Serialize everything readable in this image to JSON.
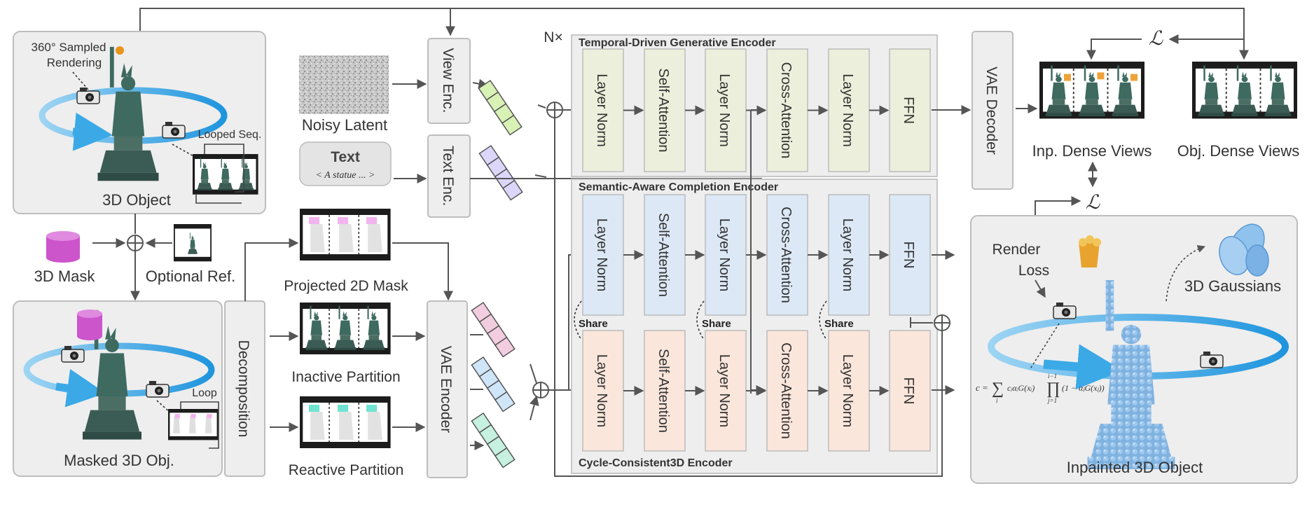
{
  "left": {
    "obj_box_caption": "3D Object",
    "sampled_label_1": "360° Sampled",
    "sampled_label_2": "Rendering",
    "looped_label": "Looped Seq.",
    "mask_label": "3D Mask",
    "ref_label": "Optional Ref.",
    "masked_caption": "Masked 3D Obj.",
    "loop_label": "Loop",
    "decomposition_label": "Decomposition"
  },
  "inputs": {
    "noisy_label": "Noisy Latent",
    "view_enc": "View Enc.",
    "text_title": "Text",
    "text_prompt": "< A statue ... >",
    "text_enc": "Text Enc.",
    "vae_encoder": "VAE Encoder"
  },
  "partitions": {
    "projected": "Projected 2D Mask",
    "inactive": "Inactive Partition",
    "reactive": "Reactive Partition"
  },
  "encoders": {
    "n_times": "N×",
    "temporal_title": "Temporal-Driven Generative Encoder",
    "semantic_title": "Semantic-Aware Completion Encoder",
    "cycle_title": "Cycle-Consistent3D Encoder",
    "share": "Share",
    "blocks": [
      "Layer Norm",
      "Self-Attention",
      "Layer Norm",
      "Cross-Attention",
      "Layer Norm",
      "FFN"
    ]
  },
  "right": {
    "vae_decoder": "VAE Decoder",
    "inp_views": "Inp. Dense Views",
    "obj_views": "Obj. Dense Views",
    "loss_symbol": "ℒ",
    "render_loss_1": "Render",
    "render_loss_2": "Loss",
    "gaussians_label": "3D Gaussians",
    "inpainted_caption": "Inpainted 3D Object"
  },
  "colors": {
    "temporal_block": "#ecefdb",
    "semantic_block": "#dce8f5",
    "cycle_block": "#fbe6dc",
    "panel_bg": "#eeeeee",
    "orbit_blue": "#3ba9e6",
    "statue_green": "#3e6a60",
    "statue_blue": "#7fb2df",
    "mask_magenta": "#cc55cc",
    "token_green": "#d8f2b6",
    "token_purple": "#dcd6fb",
    "token_pink": "#f2cde0",
    "token_blue": "#cfe5f8",
    "token_teal": "#c6f0e0"
  }
}
